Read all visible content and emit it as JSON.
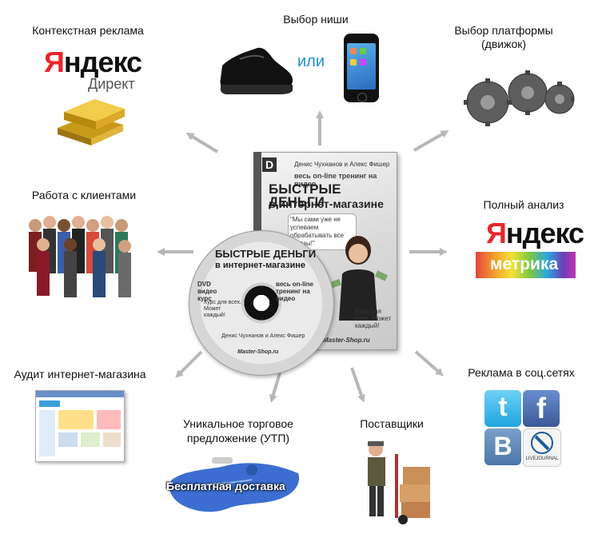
{
  "center": {
    "box_authors": "Денис Чухнанов и Алекс Фишер",
    "box_tagline": "весь on-line тренинг на видео",
    "box_title_1": "БЫСТРЫЕ ДЕНЬГИ",
    "box_title_2": "в интернет-магазине",
    "box_quote": "\"Мы сами уже не успеваем обрабатывать все заказы!\"",
    "box_course": "Курс для всех. Может каждый!",
    "box_site": "Master-Shop.ru",
    "disc_title_1": "БЫСТРЫЕ ДЕНЬГИ",
    "disc_title_2": "в интернет-магазине",
    "disc_dvd": "DVD видео курс",
    "disc_tagline": "весь on-line тренинг на видео",
    "disc_course": "Курс для всех. Может каждый!",
    "disc_authors": "Денис Чухнанов и Алекс Фишер",
    "disc_site": "Master-Shop.ru"
  },
  "nodes": {
    "context_ads": {
      "label": "Контекстная реклама",
      "logo_r": "Я",
      "logo_rest": "ндекс",
      "logo_sub": "Директ"
    },
    "niche": {
      "label": "Выбор ниши",
      "or": "или"
    },
    "platform": {
      "label": "Выбор платформы (движок)"
    },
    "clients": {
      "label": "Работа с клиентами"
    },
    "analysis": {
      "label": "Полный анализ",
      "logo_r": "Я",
      "logo_rest": "ндекс",
      "metrika": "метрика"
    },
    "audit": {
      "label": "Аудит интернет-магазина"
    },
    "social": {
      "label": "Реклама в соц.сетях",
      "twitter": "t",
      "facebook": "f",
      "vk": "B",
      "livejournal": "LIVEJOURNAL"
    },
    "usp": {
      "label_1": "Уникальное торговое",
      "label_2": "предложение (УТП)",
      "banner": "Бесплатная доставка"
    },
    "suppliers": {
      "label": "Поставщики"
    }
  },
  "colors": {
    "arrow": "#b8b8b8",
    "yandex_red": "#e8262a",
    "or_blue": "#1f8fd6"
  }
}
